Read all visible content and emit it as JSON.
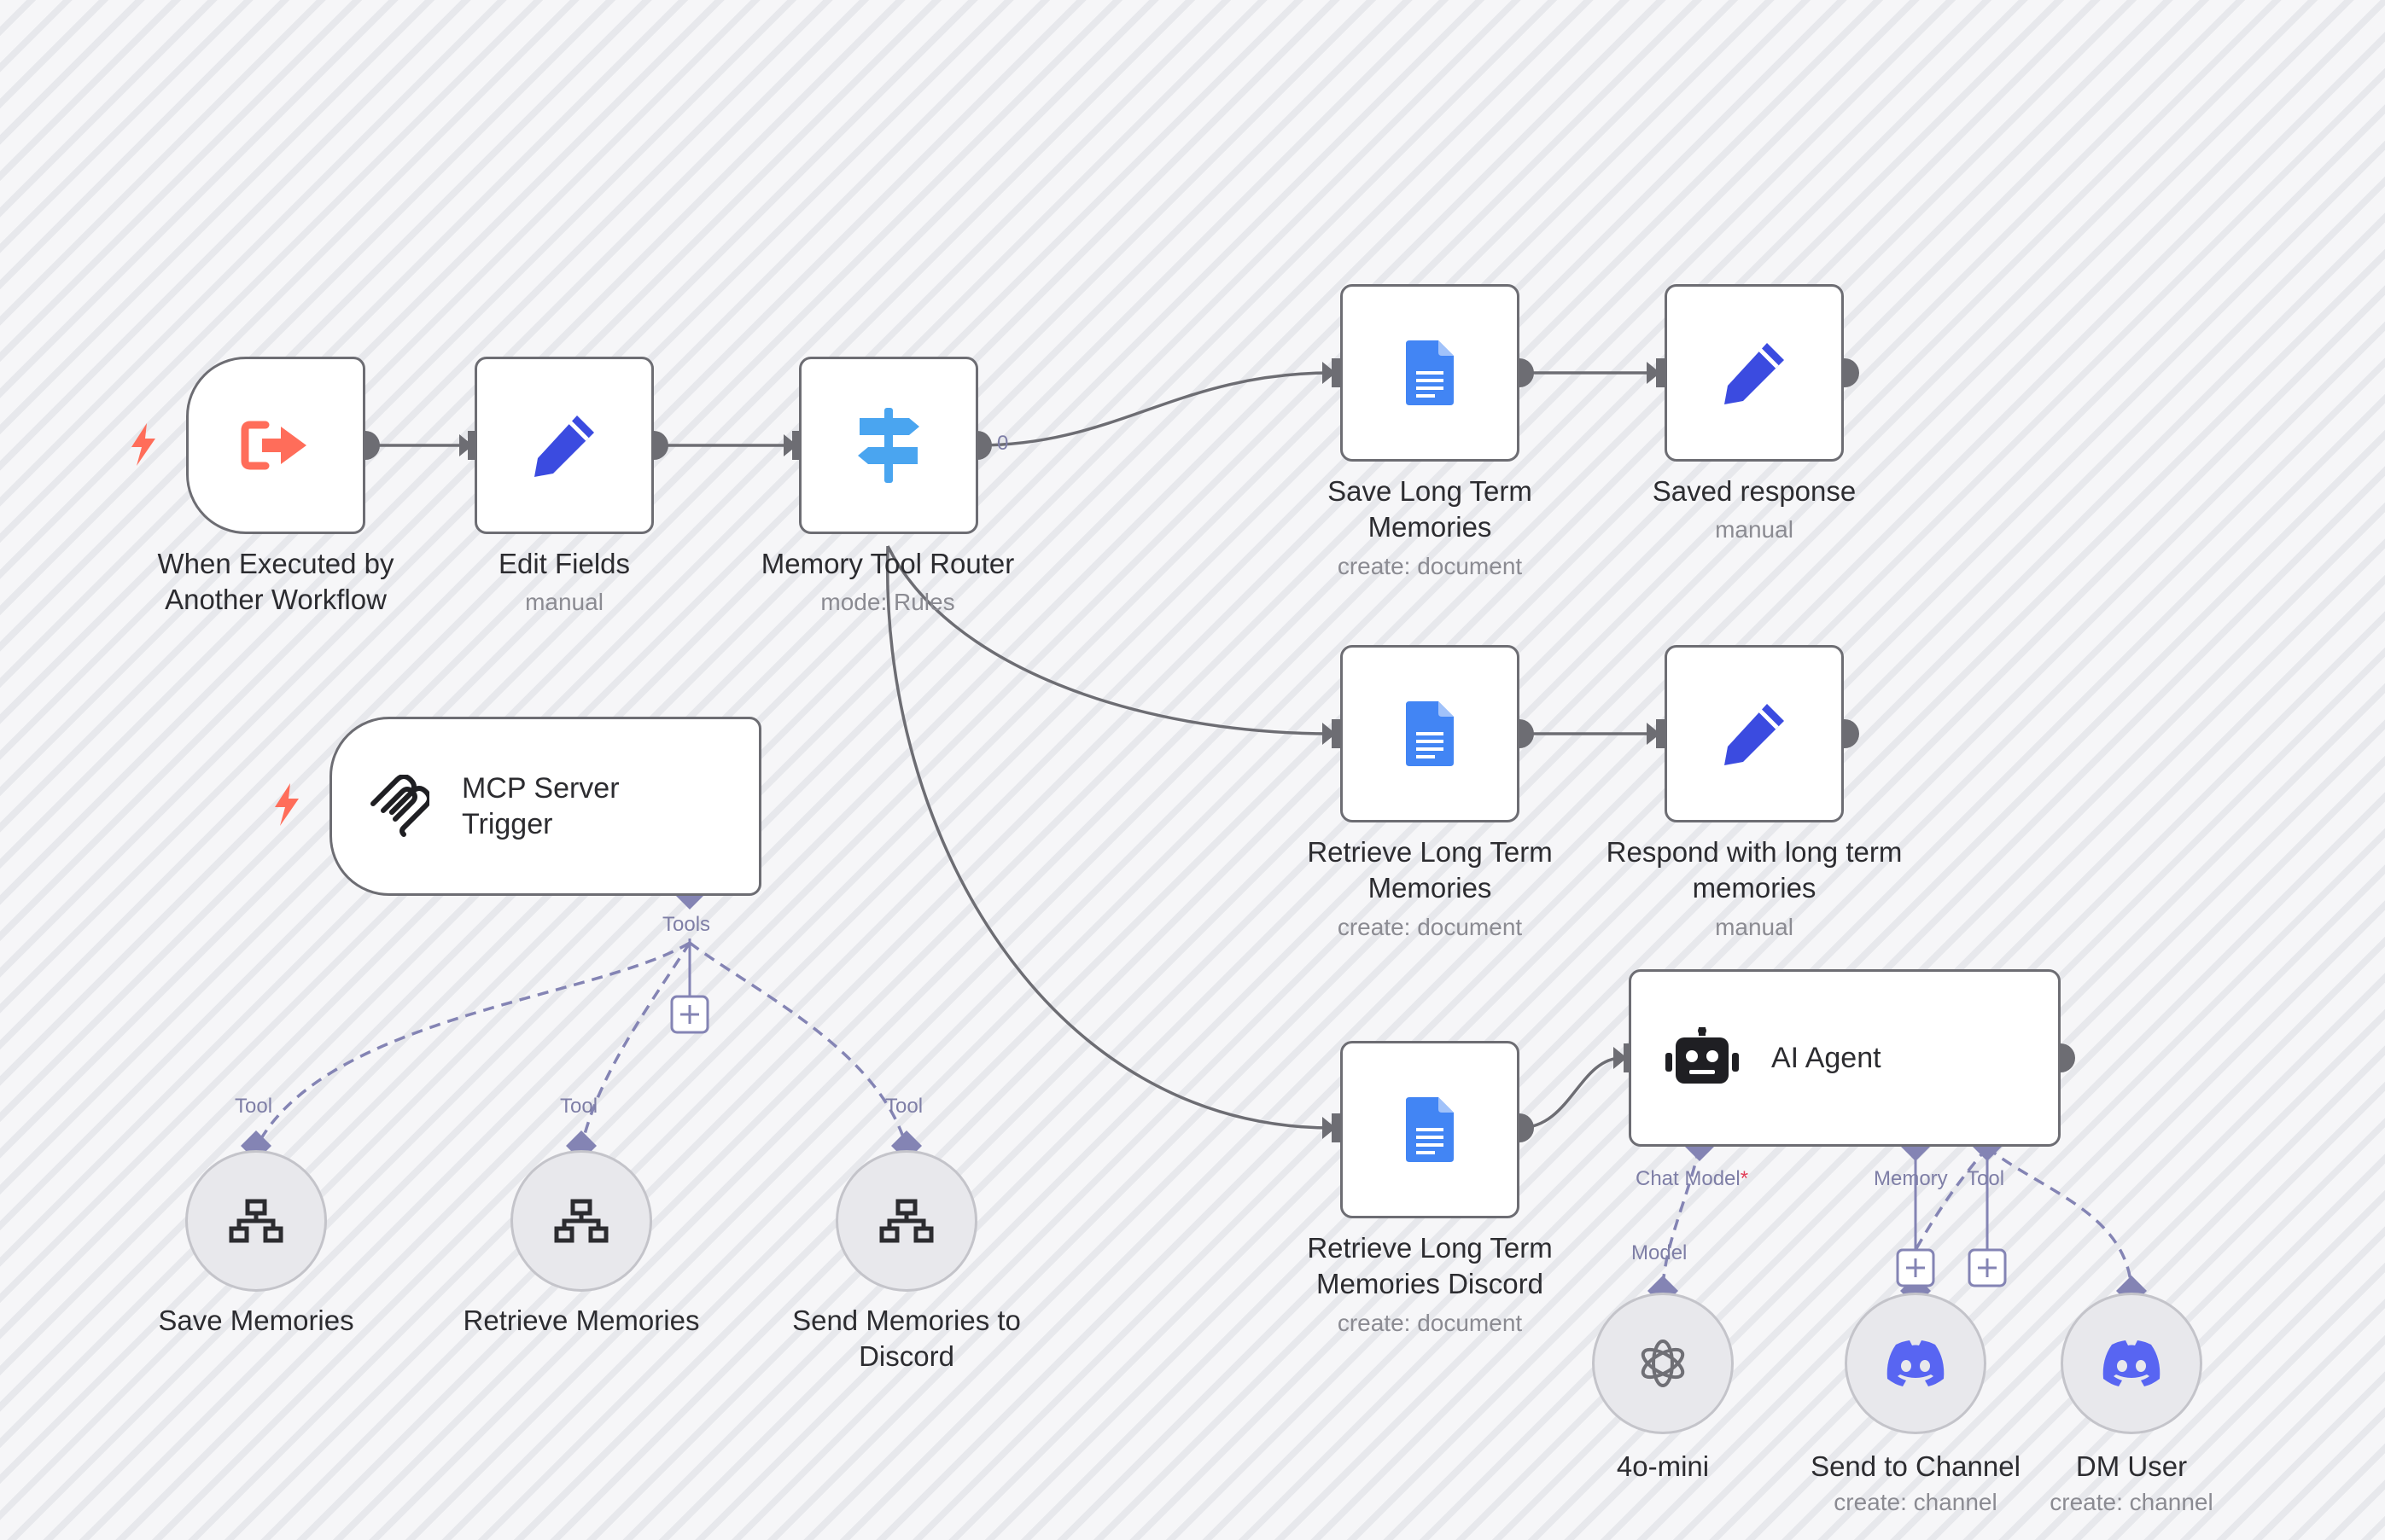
{
  "nodes": {
    "when_executed": {
      "label_line1": "When Executed by",
      "label_line2": "Another Workflow"
    },
    "edit_fields": {
      "label": "Edit Fields",
      "sub": "manual"
    },
    "router": {
      "label": "Memory Tool Router",
      "sub": "mode: Rules",
      "output0": "0"
    },
    "save_ltm": {
      "label_line1": "Save Long Term",
      "label_line2": "Memories",
      "sub": "create: document"
    },
    "saved_response": {
      "label": "Saved response",
      "sub": "manual"
    },
    "retrieve_ltm": {
      "label_line1": "Retrieve Long Term",
      "label_line2": "Memories",
      "sub": "create: document"
    },
    "respond_ltm": {
      "label_line1": "Respond with long term",
      "label_line2": "memories",
      "sub": "manual"
    },
    "retrieve_discord": {
      "label_line1": "Retrieve Long Term",
      "label_line2": "Memories Discord",
      "sub": "create: document"
    },
    "mcp_trigger": {
      "label_line1": "MCP Server",
      "label_line2": "Trigger",
      "port": "Tools"
    },
    "ai_agent": {
      "label": "AI Agent",
      "port_chat_model": "Chat Model",
      "port_chat_model_req": "*",
      "port_memory": "Memory",
      "port_tool": "Tool"
    },
    "save_memories": {
      "label": "Save Memories",
      "port": "Tool"
    },
    "retrieve_memories": {
      "label": "Retrieve Memories",
      "port": "Tool"
    },
    "send_memories": {
      "label_line1": "Send Memories to",
      "label_line2": "Discord",
      "port": "Tool"
    },
    "model_4o": {
      "label": "4o-mini",
      "port": "Model"
    },
    "send_channel": {
      "label": "Send to Channel",
      "sub": "create: channel"
    },
    "dm_user": {
      "label": "DM User",
      "sub": "create: channel"
    }
  },
  "icons": {
    "trigger": "sign-out-icon",
    "edit": "pencil-icon",
    "router": "signpost-icon",
    "docs": "google-docs-icon",
    "mcp": "mcp-icon",
    "agent": "robot-icon",
    "tool": "sitemap-icon",
    "openai": "openai-icon",
    "discord": "discord-icon",
    "bolt": "lightning-bolt-icon",
    "plus": "plus-icon"
  },
  "colors": {
    "accent_trigger": "#ff6d5a",
    "edit_blue": "#3b4be0",
    "router_blue": "#4aa5f0",
    "docs_blue": "#4285f4",
    "discord": "#5865f2",
    "port_purple": "#7e7ea6",
    "edge_gray": "#6d6d73"
  }
}
